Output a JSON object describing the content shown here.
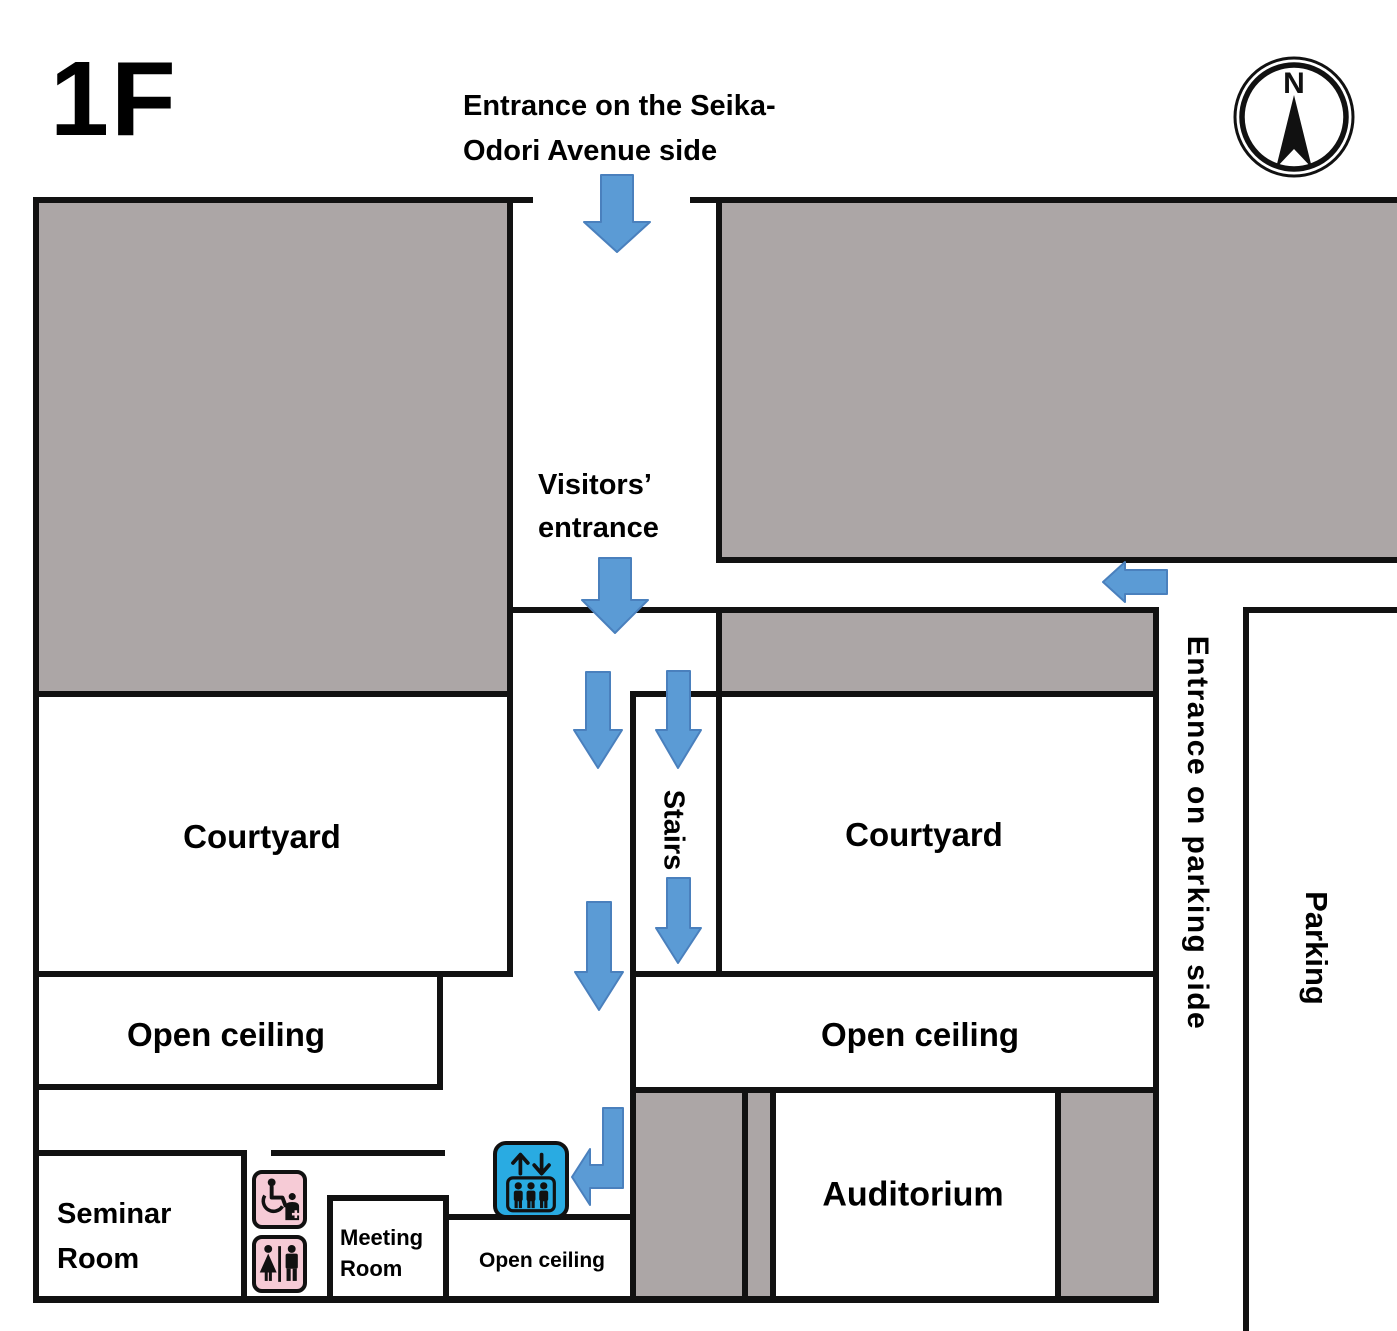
{
  "floor_label": "1F",
  "compass": {
    "north": "N"
  },
  "entrance_top": {
    "line1": "Entrance on the Seika-",
    "line2": "Odori Avenue side"
  },
  "visitors_entrance": {
    "line1": "Visitors’",
    "line2": "entrance"
  },
  "side_labels": {
    "entrance_parking": "Entrance on parking side",
    "parking": "Parking"
  },
  "rooms": {
    "courtyard_left": "Courtyard",
    "courtyard_right": "Courtyard",
    "stairs": "Stairs",
    "open_ceiling_left": "Open ceiling",
    "open_ceiling_right": "Open ceiling",
    "open_ceiling_bottom": "Open ceiling",
    "auditorium": "Auditorium",
    "seminar_room": {
      "line1": "Seminar",
      "line2": "Room"
    },
    "meeting_room": {
      "line1": "Meeting",
      "line2": "Room"
    }
  },
  "icons": {
    "elevator": "elevator",
    "accessible_restroom": "accessible-restroom",
    "restroom": "restroom",
    "compass": "compass-north"
  },
  "colors": {
    "wall": "#111111",
    "building_fill": "#ACA6A6",
    "arrow_fill": "#5B9BD5",
    "arrow_stroke": "#4A80BD",
    "elevator_fill": "#29ABE2",
    "restroom_fill": "#F6CBD6"
  }
}
